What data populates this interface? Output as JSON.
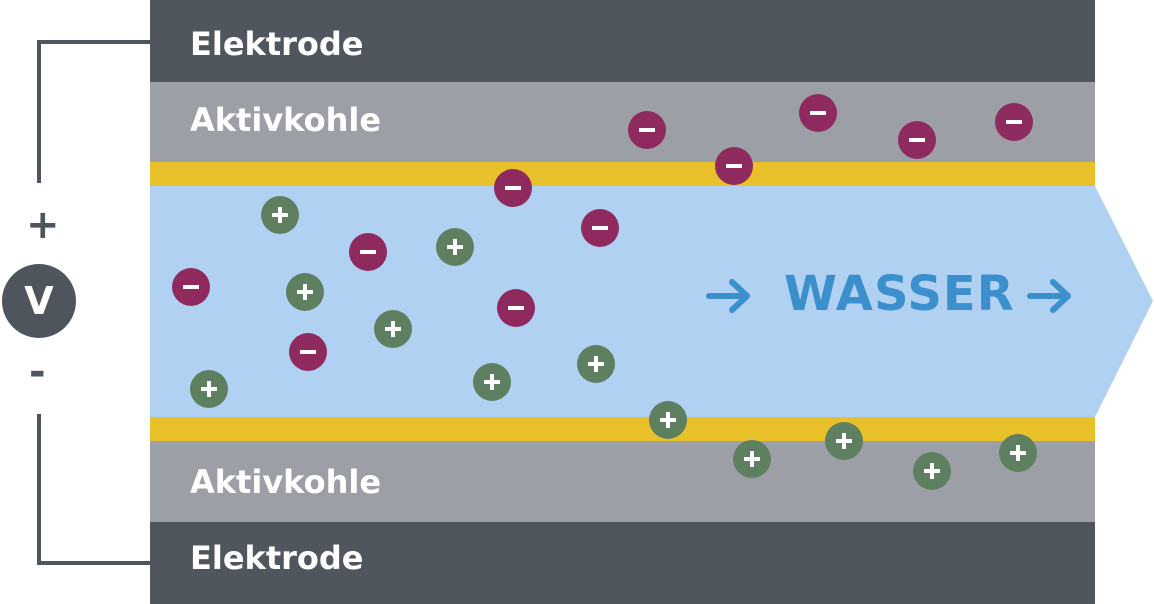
{
  "layers": {
    "electrode_top": "Elektrode",
    "carbon_top": "Aktivkohle",
    "carbon_bottom": "Aktivkohle",
    "electrode_bottom": "Elektrode"
  },
  "circuit": {
    "plus": "+",
    "minus": "-",
    "voltmeter": "V"
  },
  "water": {
    "label": "WASSER"
  },
  "ions": {
    "anion_symbol": "-",
    "cation_symbol": "+"
  },
  "colors": {
    "electrode": "#50565e",
    "activated_carbon": "#9ca0a6",
    "membrane": "#e8c12a",
    "water": "#b1d1f2",
    "water_text": "#3b8fcc",
    "anion": "#8e2a5e",
    "cation": "#5e8060",
    "wire": "#4e555c"
  }
}
